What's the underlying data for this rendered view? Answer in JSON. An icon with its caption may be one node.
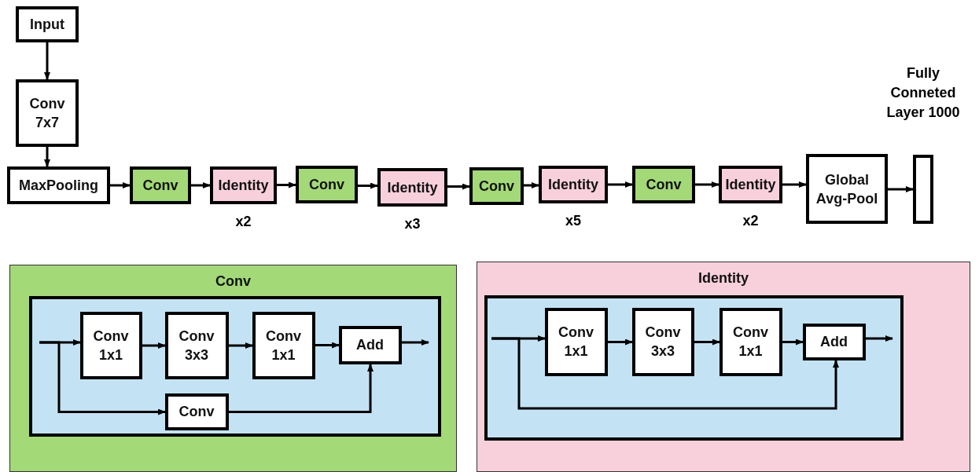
{
  "diagram": {
    "nodes": [
      {
        "text": [
          "Input"
        ]
      },
      {
        "text": [
          "Conv 7x7"
        ]
      },
      {
        "text": [
          "MaxPooling"
        ]
      },
      {
        "text": [
          "Conv"
        ]
      },
      {
        "text": [
          "Identity"
        ],
        "beside": [
          "x2"
        ]
      },
      {
        "text": [
          "Conv"
        ]
      },
      {
        "text": [
          "Identity"
        ],
        "beside": [
          "x3"
        ]
      },
      {
        "text": [
          "Conv"
        ]
      },
      {
        "text": [
          "Identity"
        ],
        "beside": [
          "x5"
        ]
      },
      {
        "text": [
          "Conv"
        ]
      },
      {
        "text": [
          "Identity"
        ],
        "beside": [
          "x2"
        ]
      },
      {
        "text": [
          "Global Avg-Pool"
        ]
      },
      {
        "text": [
          "Fully Conneted Layer 1000"
        ]
      },
      {
        "text": [
          "Conv"
        ]
      },
      {
        "text": [],
        "shape": "box",
        "in": 13
      },
      {
        "text": [
          "Conv 1x1"
        ],
        "in": 14
      },
      {
        "text": [
          "Conv 3x3"
        ],
        "in": 14
      },
      {
        "text": [
          "Conv 1x1"
        ],
        "in": 14
      },
      {
        "text": [
          "Add"
        ],
        "in": 14
      },
      {
        "text": [
          "Conv"
        ],
        "in": 14
      },
      {
        "text": [
          "Identity"
        ]
      },
      {
        "text": [],
        "shape": "box",
        "in": 20
      },
      {
        "text": [
          "Conv 1x1"
        ],
        "in": 21
      },
      {
        "text": [
          "Conv 3x3"
        ],
        "in": 21
      },
      {
        "text": [
          "Conv 1x1"
        ],
        "in": 21
      },
      {
        "text": [
          "Add"
        ],
        "in": 21
      }
    ],
    "edges": [
      {
        "from": 0,
        "to": 1,
        "arrow": "to"
      },
      {
        "from": 1,
        "to": 2,
        "arrow": "to"
      },
      {
        "from": 2,
        "to": 3,
        "arrow": "to"
      },
      {
        "from": 3,
        "to": 4,
        "arrow": "to"
      },
      {
        "from": 4,
        "to": 5,
        "arrow": "to"
      },
      {
        "from": 5,
        "to": 6,
        "arrow": "to"
      },
      {
        "from": 6,
        "to": 7,
        "arrow": "to"
      },
      {
        "from": 7,
        "to": 8,
        "arrow": "to"
      },
      {
        "from": 8,
        "to": 9,
        "arrow": "to"
      },
      {
        "from": 9,
        "to": 10,
        "arrow": "to"
      },
      {
        "from": 10,
        "to": 11,
        "arrow": "to"
      },
      {
        "from": 11,
        "to": 12,
        "arrow": "to"
      },
      {
        "from": null,
        "to": 15,
        "arrow": "to"
      },
      {
        "from": null,
        "to": 19,
        "arrow": "to"
      },
      {
        "from": 15,
        "to": 16,
        "arrow": "to"
      },
      {
        "from": 16,
        "to": 17,
        "arrow": "to"
      },
      {
        "from": 17,
        "to": 18,
        "arrow": "to"
      },
      {
        "from": 19,
        "to": 18,
        "arrow": "to"
      },
      {
        "from": 18,
        "to": null,
        "arrow": "to"
      },
      {
        "from": null,
        "to": 22,
        "arrow": "to"
      },
      {
        "from": null,
        "to": 25,
        "arrow": "to"
      },
      {
        "from": 22,
        "to": 23,
        "arrow": "to"
      },
      {
        "from": 23,
        "to": 24,
        "arrow": "to"
      },
      {
        "from": 24,
        "to": 25,
        "arrow": "to"
      },
      {
        "from": 25,
        "to": null,
        "arrow": "to"
      }
    ]
  }
}
